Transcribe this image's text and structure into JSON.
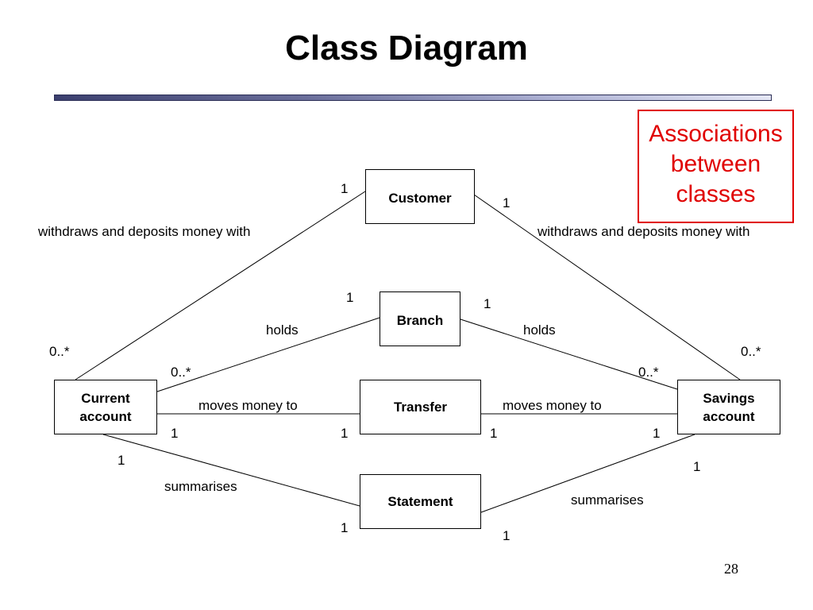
{
  "slide": {
    "title": "Class Diagram",
    "page_number": "28"
  },
  "callout": {
    "lines": [
      "Associations",
      "between",
      "classes"
    ],
    "color": "#e00000"
  },
  "classes": {
    "customer": "Customer",
    "branch": "Branch",
    "transfer": "Transfer",
    "statement": "Statement",
    "current_account": [
      "Current",
      "account"
    ],
    "savings_account": [
      "Savings",
      "account"
    ]
  },
  "associations": {
    "withdraws_left": "withdraws and deposits money with",
    "withdraws_right": "withdraws and deposits money with",
    "holds_left": "holds",
    "holds_right": "holds",
    "moves_left": "moves money to",
    "moves_right": "moves money to",
    "summarises_left": "summarises",
    "summarises_right": "summarises"
  },
  "multiplicities": {
    "customer_left": "1",
    "customer_right": "1",
    "branch_left": "1",
    "branch_right": "1",
    "current_customer": "0..*",
    "current_branch": "0..*",
    "savings_customer": "0..*",
    "savings_branch": "0..*",
    "current_transfer": "1",
    "transfer_left": "1",
    "transfer_right": "1",
    "savings_transfer": "1",
    "current_statement": "1",
    "statement_left": "1",
    "statement_right": "1",
    "savings_statement": "1"
  }
}
